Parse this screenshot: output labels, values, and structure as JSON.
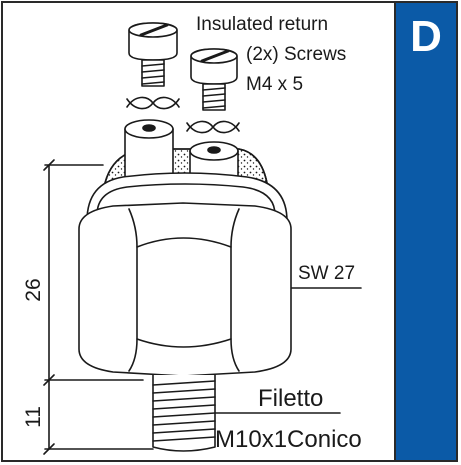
{
  "section_letter": "D",
  "colors": {
    "tab": "#0b5aa7",
    "line": "#1a1a1a",
    "background": "#ffffff"
  },
  "labels": {
    "return_line1": "Insulated return",
    "return_line2": "(2x) Screws",
    "return_line3": "M4 x 5",
    "hex_size": "SW 27",
    "thread_line1": "Filetto",
    "thread_line2": "M10x1Conico",
    "dim_body": "26",
    "dim_thread": "11"
  }
}
